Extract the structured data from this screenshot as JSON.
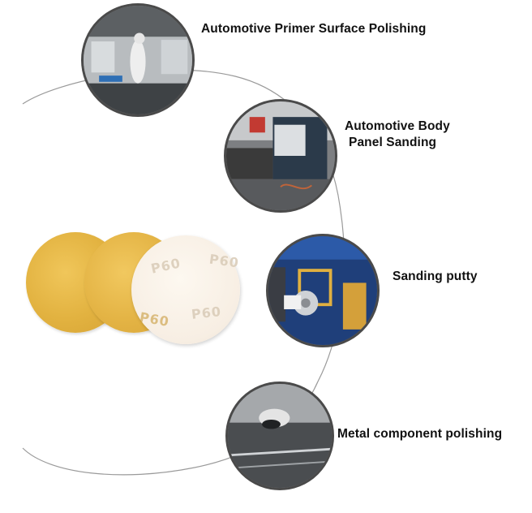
{
  "applications": [
    {
      "lines": [
        "Automotive Primer Surface Polishing"
      ]
    },
    {
      "lines": [
        "Automotive Body",
        "Panel Sanding"
      ]
    },
    {
      "lines": [
        "Sanding putty"
      ]
    },
    {
      "lines": [
        "Metal component polishing"
      ]
    }
  ],
  "product": {
    "grit_marks": [
      "P60",
      "P60",
      "P60"
    ],
    "colors": {
      "gold_disc": "#e6b84a",
      "white_disc": "#f8f0e6",
      "grit_text": "#d9cbb7"
    }
  }
}
